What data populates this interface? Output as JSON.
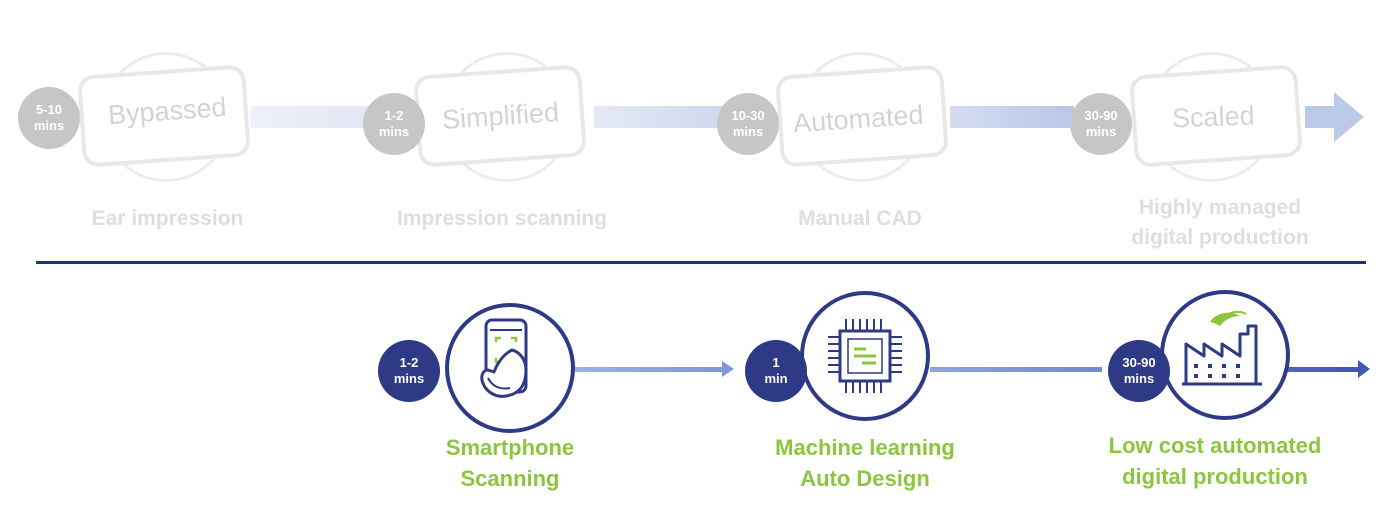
{
  "old_process": {
    "steps": [
      {
        "card_label": "Bypassed",
        "badge_value": "5-10",
        "badge_unit": "mins",
        "caption_lines": [
          "Ear impression"
        ]
      },
      {
        "card_label": "Simplified",
        "badge_value": "1-2",
        "badge_unit": "mins",
        "caption_lines": [
          "Impression scanning"
        ]
      },
      {
        "card_label": "Automated",
        "badge_value": "10-30",
        "badge_unit": "mins",
        "caption_lines": [
          "Manual CAD"
        ]
      },
      {
        "card_label": "Scaled",
        "badge_value": "30-90",
        "badge_unit": "mins",
        "caption_lines": [
          "Highly managed",
          "digital production"
        ]
      }
    ]
  },
  "new_process": {
    "steps": [
      {
        "icon": "smartphone-scan-icon",
        "badge_value": "1-2",
        "badge_unit": "mins",
        "caption_lines": [
          "Smartphone",
          "Scanning"
        ]
      },
      {
        "icon": "microchip-icon",
        "badge_value": "1",
        "badge_unit": "min",
        "caption_lines": [
          "Machine learning",
          "Auto Design"
        ]
      },
      {
        "icon": "factory-icon",
        "badge_value": "30-90",
        "badge_unit": "mins",
        "caption_lines": [
          "Low cost automated",
          "digital production"
        ]
      }
    ]
  },
  "colors": {
    "navy": "#2e3a86",
    "divider": "#1d3570",
    "green": "#8cc63f",
    "old_badge": "#c6c6c6",
    "old_text": "#d3d3d3"
  }
}
